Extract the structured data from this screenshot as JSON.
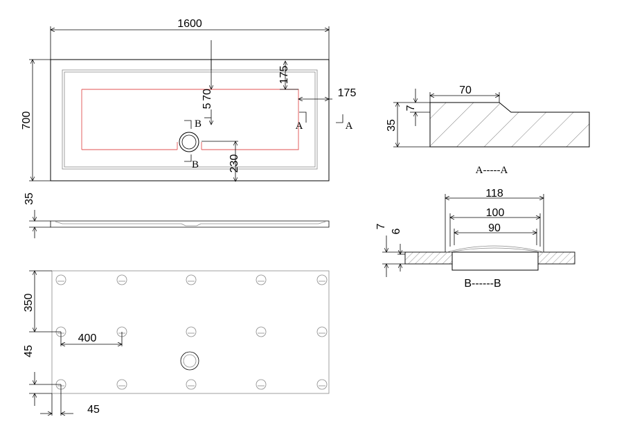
{
  "top_view": {
    "width_dim": "1600",
    "height_dim": "700",
    "dim_70": "70",
    "dim_175_v": "175",
    "dim_175_h": "175",
    "dim_5": "5",
    "dim_230": "230",
    "section_a_left": "A",
    "section_a_right": "A",
    "section_b_top": "B",
    "section_b_bottom": "B"
  },
  "side_view": {
    "height_dim": "35"
  },
  "bottom_view": {
    "dim_350": "350",
    "dim_45_v": "45",
    "dim_400": "400",
    "dim_45_h": "45"
  },
  "section_a": {
    "dim_70": "70",
    "dim_7": "7",
    "dim_35": "35",
    "caption": "A-----A"
  },
  "section_b": {
    "dim_118": "118",
    "dim_100": "100",
    "dim_90": "90",
    "dim_7": "7",
    "dim_6": "6",
    "caption": "B------B"
  }
}
